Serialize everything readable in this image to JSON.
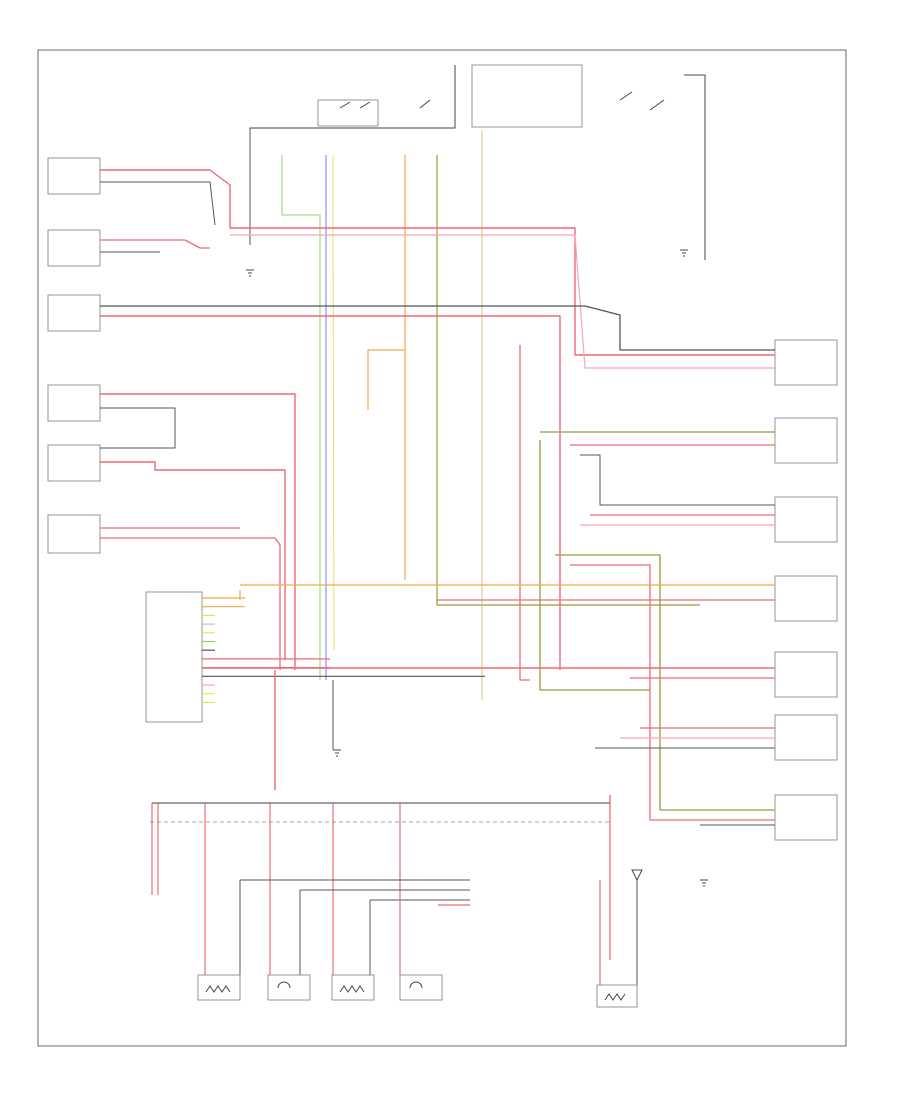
{
  "colors": {
    "red": "#f06a78",
    "pink": "#f5a8b2",
    "black": "#555555",
    "orange": "#f7a64a",
    "yellow": "#e6e264",
    "green": "#86d86a",
    "blue": "#7a7af0",
    "olive": "#9a9a3c",
    "tan": "#d8c28a"
  },
  "labels": {
    "relay_box_title": "",
    "ground_ref": "",
    "corner_code": ""
  },
  "components": [
    {
      "key": "lf_lamp",
      "label": ""
    },
    {
      "key": "rf_lamp",
      "label": ""
    },
    {
      "key": "rear_lamp",
      "label": ""
    },
    {
      "key": "trailer_l",
      "label": ""
    },
    {
      "key": "trailer_r",
      "label": ""
    },
    {
      "key": "front_sw",
      "label": ""
    },
    {
      "key": "cluster",
      "label": ""
    },
    {
      "key": "connector",
      "label": ""
    },
    {
      "key": "fuse_box",
      "label": ""
    },
    {
      "key": "ignition_sw",
      "label": ""
    },
    {
      "key": "speed_sens",
      "label": ""
    },
    {
      "key": "right_box1",
      "label": ""
    },
    {
      "key": "right_box2",
      "label": ""
    },
    {
      "key": "right_box3",
      "label": ""
    },
    {
      "key": "right_box4",
      "label": ""
    },
    {
      "key": "right_box5",
      "label": ""
    },
    {
      "key": "right_box6",
      "label": ""
    },
    {
      "key": "right_box7",
      "label": ""
    },
    {
      "key": "bottom1",
      "label": ""
    },
    {
      "key": "bottom2",
      "label": ""
    },
    {
      "key": "bottom3",
      "label": ""
    },
    {
      "key": "bottom4",
      "label": ""
    },
    {
      "key": "bottom5",
      "label": ""
    }
  ]
}
